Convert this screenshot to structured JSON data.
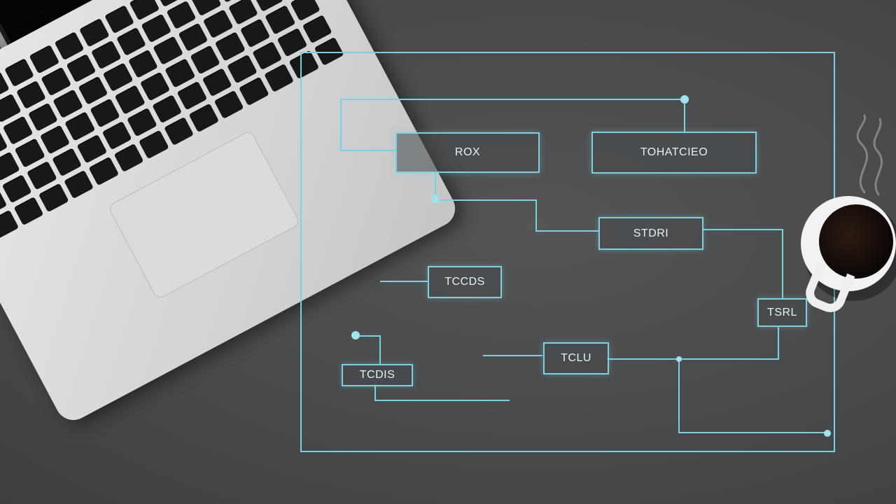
{
  "scene": {
    "colors": {
      "desk": "#4a4b4d",
      "diagram_line": "#7fd0db",
      "node_text": "#e3f4f7",
      "laptop_body": "#dcdde0",
      "keys": "#17181a",
      "coffee": "#120b07"
    }
  },
  "diagram": {
    "nodes": [
      {
        "id": "n1",
        "label": "ROX"
      },
      {
        "id": "n2",
        "label": "TOHATCIEO"
      },
      {
        "id": "n3",
        "label": "STDRI"
      },
      {
        "id": "n4",
        "label": "TCCDS"
      },
      {
        "id": "n5",
        "label": "TSRL"
      },
      {
        "id": "n6",
        "label": "TCLU"
      },
      {
        "id": "n7",
        "label": "TCDIS"
      }
    ]
  },
  "icons": {
    "laptop": "laptop-icon",
    "coffee": "coffee-cup-icon"
  }
}
